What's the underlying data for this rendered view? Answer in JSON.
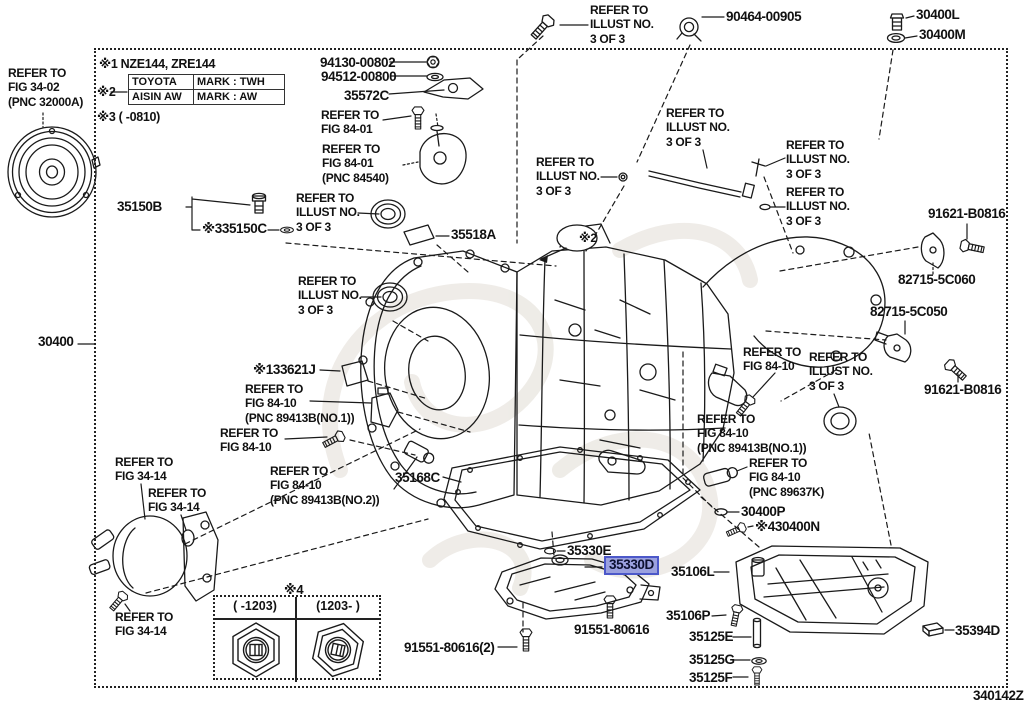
{
  "drawing_number": "340142Z",
  "colors": {
    "highlight_bg": "#9ba1df",
    "highlight_border": "#4c58c9",
    "line_color": "#1a1a1a"
  },
  "notes": {
    "note1": "※1 NZE144, ZRE144",
    "note2": "※2",
    "note3": "※3 (  -0810)",
    "note4": "※4",
    "balloon2": "※2"
  },
  "legend_table": {
    "r1c1": "TOYOTA",
    "r1c2": "MARK : TWH",
    "r2c1": "AISIN AW",
    "r2c2": "MARK : AW"
  },
  "revision_table": {
    "h1": "(  -1203)",
    "h2": "(1203-  )"
  },
  "refs": {
    "fig3402": "REFER TO\nFIG 34-02\n(PNC 32000A)",
    "illust3of3": "REFER TO\nILLUST NO.\n3 OF 3",
    "fig8401": "REFER TO\nFIG 84-01",
    "fig8401pnc": "REFER TO\nFIG 84-01\n(PNC 84540)",
    "fig8410": "REFER TO\nFIG 84-10",
    "fig8410no1": "REFER TO\nFIG 84-10\n(PNC 89413B(NO.1))",
    "fig8410no2": "REFER TO\nFIG 84-10\n(PNC 89413B(NO.2))",
    "fig8410k": "REFER TO\nFIG 84-10\n(PNC 89637K)",
    "fig3414": "REFER TO\nFIG 34-14"
  },
  "parts": {
    "p30400": "30400",
    "p94130": "94130-00802",
    "p94512": "94512-00800",
    "p35572C": "35572C",
    "p90464": "90464-00905",
    "p30400L": "30400L",
    "p30400M": "30400M",
    "p35150B": "35150B",
    "p35150C": "※335150C",
    "p35518A": "35518A",
    "p91621": "91621-B0816",
    "p82715_60": "82715-5C060",
    "p82715_50": "82715-5C050",
    "p33621J": "※133621J",
    "p35168C": "35168C",
    "p30400P": "30400P",
    "p30400N": "※430400N",
    "p35330E": "35330E",
    "p35330D": "35330D",
    "p91551": "91551-80616",
    "p91551x2": "91551-80616(2)",
    "p35106L": "35106L",
    "p35106P": "35106P",
    "p35125E": "35125E",
    "p35125G": "35125G",
    "p35125F": "35125F",
    "p35394D": "35394D"
  }
}
